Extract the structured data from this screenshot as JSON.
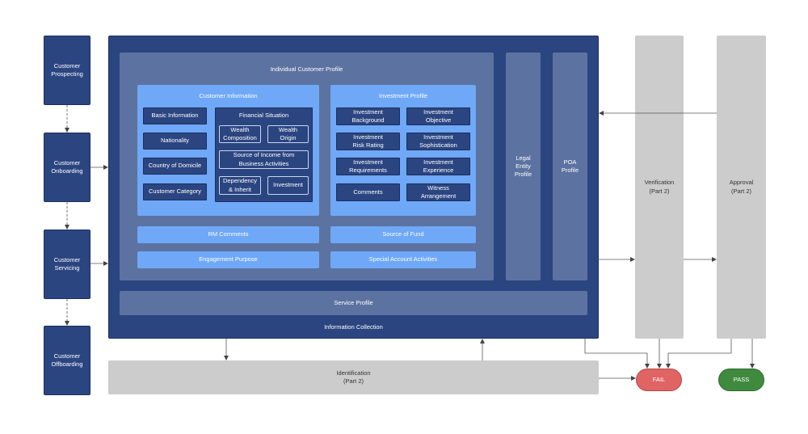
{
  "stages": {
    "prospecting": "Customer\nProspecting",
    "onboarding": "Customer\nOnboarding",
    "servicing": "Customer\nServicing",
    "offboarding": "Customer\nOffboarding"
  },
  "info_collection": {
    "title": "Information Collection",
    "individual_profile": {
      "title": "Individual Customer Profile",
      "customer_information": {
        "title": "Customer Information",
        "basic_information": "Basic Information",
        "nationality": "Nationality",
        "country_of_domicile": "Country of Domicile",
        "customer_category": "Customer Category",
        "financial_situation": {
          "title": "Financial Situation",
          "wealth_composition": "Wealth\nComposition",
          "wealth_origin": "Wealth\nOrigin",
          "source_of_income": "Source of Income from\nBusiness Activities",
          "dependency_inherit": "Dependency\n& Inherit",
          "investment": "Investment"
        }
      },
      "investment_profile": {
        "title": "Investment Profile",
        "investment_background": "Investment\nBackground",
        "investment_objective": "Investment\nObjective",
        "investment_risk_rating": "Investment\nRisk Rating",
        "investment_sophistication": "Investment\nSophistication",
        "investment_requirements": "Investment\nRequirements",
        "investment_experience": "Investment\nExperience",
        "comments": "Comments",
        "witness_arrangement": "Witness\nArrangement"
      },
      "rm_comments": "RM Comments",
      "source_of_fund": "Source of Fund",
      "engagement_purpose": "Engagement Purpose",
      "special_account_activities": "Special Account Activities"
    },
    "legal_entity_profile": "Legal\nEntity\nProfile",
    "poa_profile": "POA\nProfile",
    "service_profile": "Service Profile"
  },
  "verification": "Verification\n(Part 2)",
  "approval": "Approval\n(Part 2)",
  "identification": "Identification\n(Part 2)",
  "fail": "FAIL",
  "pass": "PASS",
  "colors": {
    "dark_blue": "#2b4581",
    "mid_blue": "#5c72a0",
    "light_blue": "#6fa8f7",
    "gray": "#cccccc",
    "fail_red": "#e06464",
    "pass_green": "#3f8a3f"
  }
}
